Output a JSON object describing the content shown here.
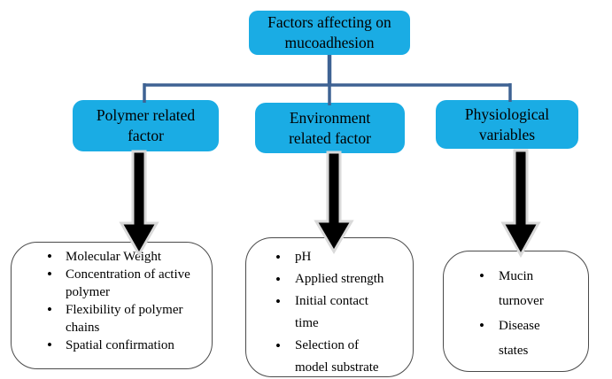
{
  "diagram": {
    "root_label": "Factors affecting on mucoadhesion",
    "branches": [
      {
        "label": "Polymer related factor",
        "items": [
          "Molecular Weight",
          "Concentration of active polymer",
          "Flexibility of polymer chains",
          "Spatial confirmation"
        ]
      },
      {
        "label": "Environment related factor",
        "items": [
          "pH",
          "Applied strength",
          "Initial contact time",
          "Selection of model substrate"
        ]
      },
      {
        "label": "Physiological variables",
        "items": [
          "Mucin turnover",
          "Disease states"
        ]
      }
    ]
  },
  "colors": {
    "node_fill": "#1AACE4",
    "connector": "#3E6293",
    "arrow_fill": "#000000",
    "arrow_outline": "#D9D9D9",
    "list_border": "#4A4A4A",
    "text": "#000000",
    "background": "#FFFFFF"
  }
}
